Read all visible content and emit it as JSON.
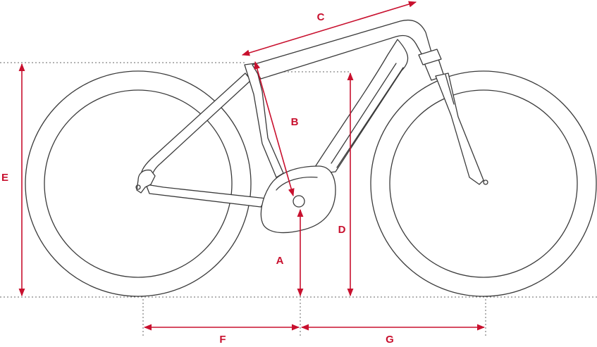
{
  "diagram": {
    "labels": {
      "a": "A",
      "b": "B",
      "c": "C",
      "d": "D",
      "e": "E",
      "f": "F",
      "g": "G"
    },
    "colors": {
      "dimension": "#c8102e",
      "outline": "#3a3a3a",
      "guide": "#666666"
    }
  }
}
